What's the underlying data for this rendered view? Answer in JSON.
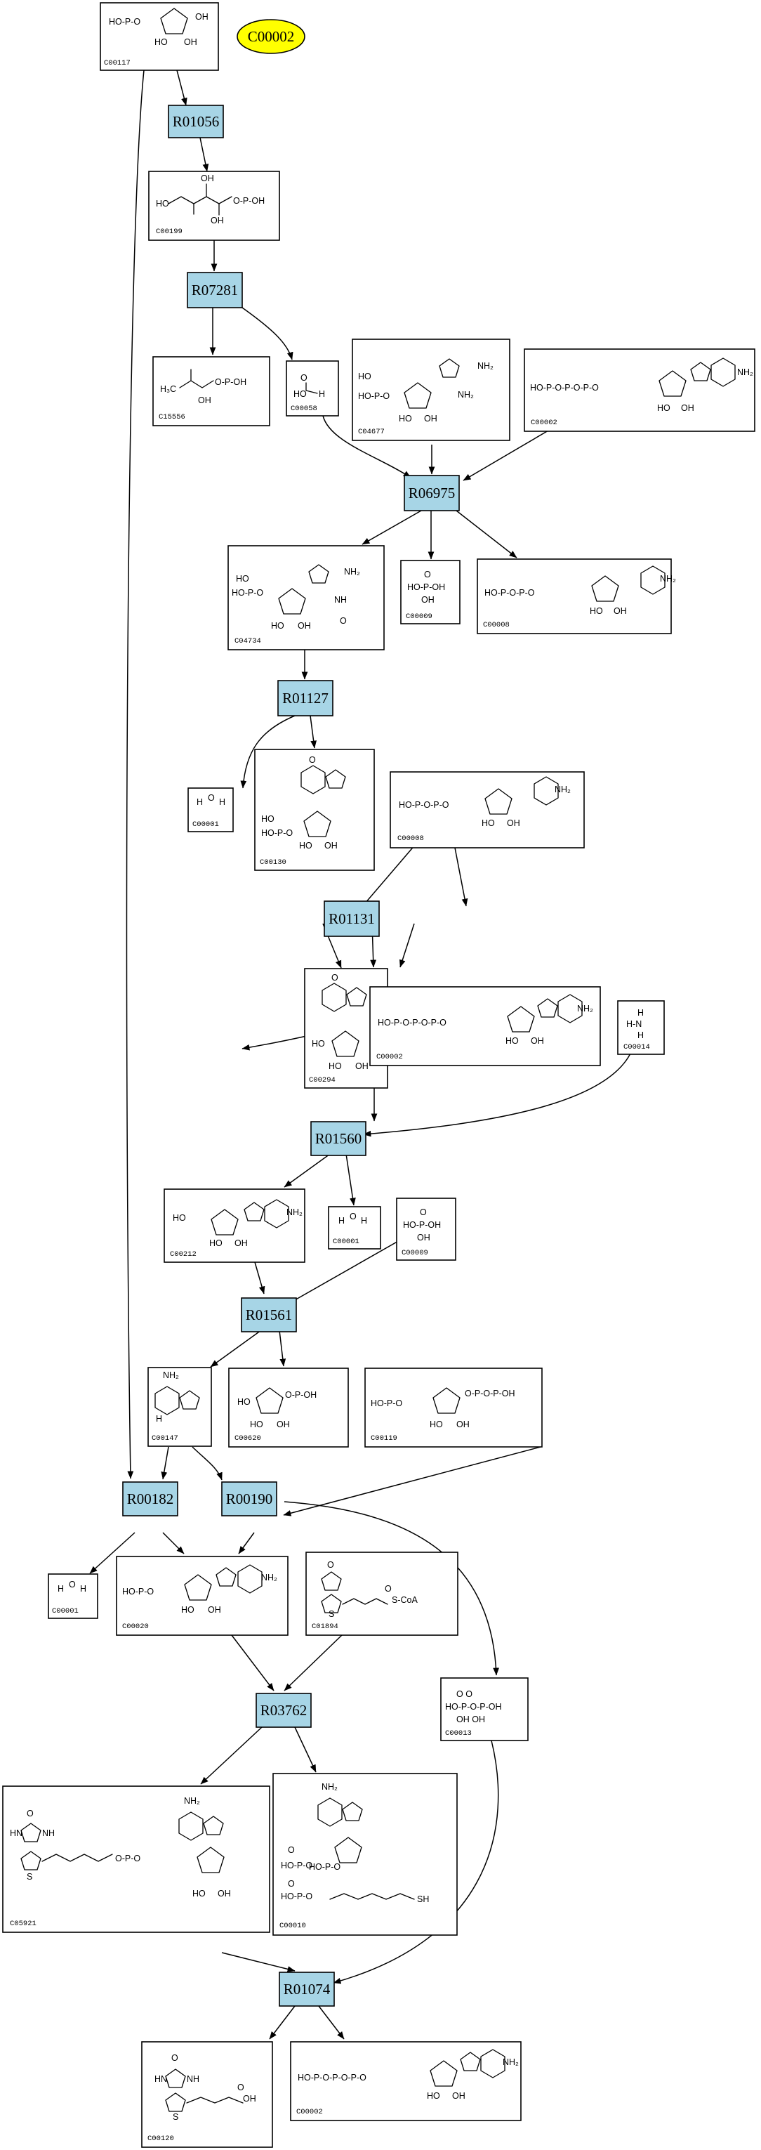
{
  "reactions": [
    "R01056",
    "R07281",
    "R06975",
    "R01127",
    "R01131",
    "R01560",
    "R01561",
    "R00182",
    "R00190",
    "R03762",
    "R01074"
  ],
  "compounds": [
    "C00117",
    "C00199",
    "C15556",
    "C00058",
    "C04677",
    "C00002",
    "C04734",
    "C00009",
    "C00008",
    "C00001",
    "C00130",
    "C00294",
    "C00014",
    "C00212",
    "C00147",
    "C00620",
    "C00119",
    "C00020",
    "C01894",
    "C00013",
    "C05921",
    "C00010",
    "C00120"
  ],
  "highlight": "C00002",
  "colors": {
    "reaction_fill": "#a7d5e6",
    "highlight_fill": "#ffff00"
  }
}
